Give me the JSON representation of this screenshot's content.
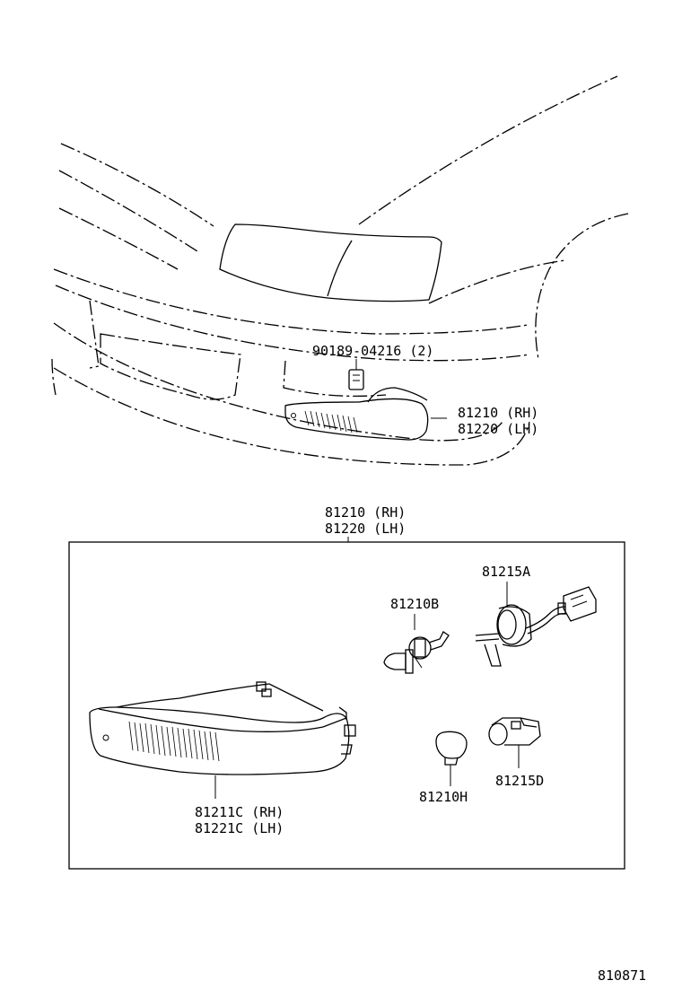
{
  "diagram": {
    "callouts": {
      "clip": "90189-04216 (2)",
      "assembly_top_rh": "81210 (RH)",
      "assembly_top_lh": "81220 (LH)",
      "assembly_box_rh": "81210 (RH)",
      "assembly_box_lh": "81220 (LH)",
      "bulb_halogen": "81210B",
      "socket_a": "81215A",
      "lens_rh": "81211C (RH)",
      "lens_lh": "81221C (LH)",
      "bulb_wedge": "81210H",
      "socket_d": "81215D"
    },
    "figure_number": "810871"
  }
}
